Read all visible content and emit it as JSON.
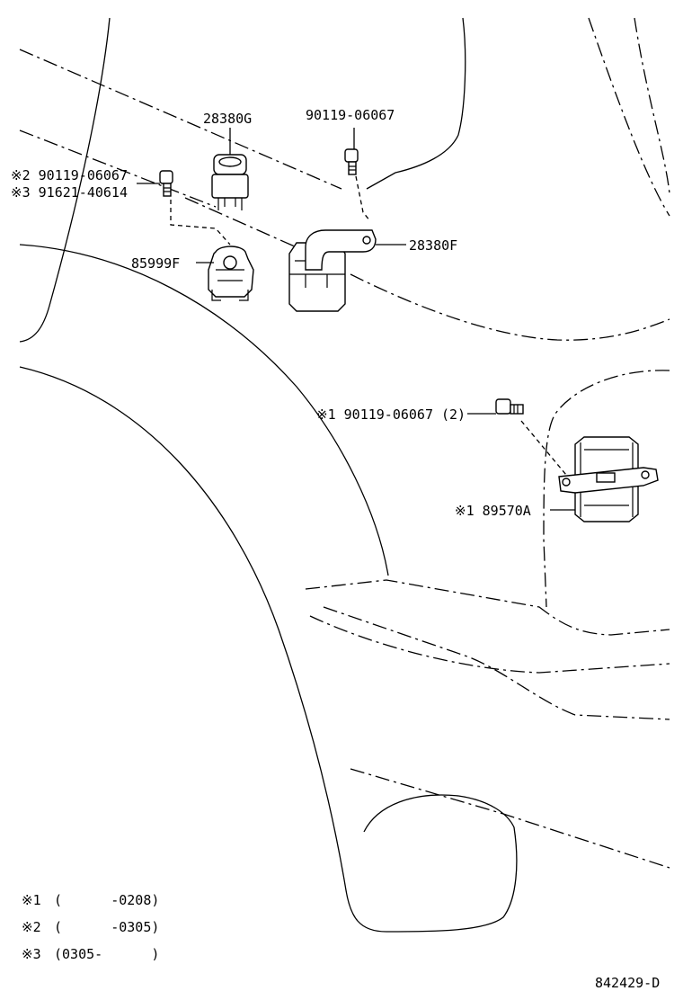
{
  "callouts": {
    "p28380G": "28380G",
    "p90119_top": "90119-06067",
    "p90119_left": "※2 90119-06067",
    "p91621": "※3 91621-40614",
    "p85999F": "85999F",
    "p28380F": "28380F",
    "p90119_right": "※1  90119-06067 (2)",
    "p89570A": "※1  89570A"
  },
  "notes": {
    "n1_mark": "※1",
    "n1_range": "(      -0208)",
    "n2_mark": "※2",
    "n2_range": "(      -0305)",
    "n3_mark": "※3",
    "n3_range": "(0305-      )"
  },
  "figure_code": "842429-D",
  "colors": {
    "line": "#000000",
    "background": "#ffffff"
  }
}
